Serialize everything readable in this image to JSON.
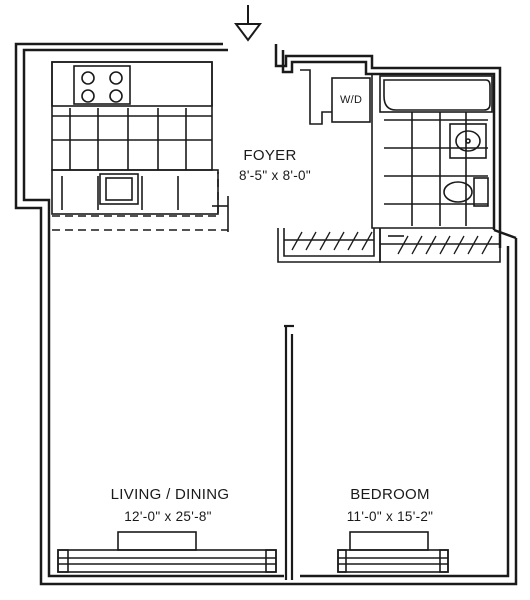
{
  "colors": {
    "ink": "#1a1a1a",
    "paper": "#ffffff"
  },
  "rooms": {
    "foyer": {
      "name": "FOYER",
      "size": "8'-5\" x 8'-0\""
    },
    "living": {
      "name": "LIVING / DINING",
      "size": "12'-0\" x 25'-8\""
    },
    "bedroom": {
      "name": "BEDROOM",
      "size": "11'-0\" x 15'-2\""
    }
  },
  "appliances": {
    "washer_dryer": "W/D"
  },
  "icons": [
    "entry-arrow-icon",
    "stove-icon",
    "sink-icon",
    "bathtub-icon",
    "toilet-icon",
    "bathroom-sink-icon"
  ]
}
